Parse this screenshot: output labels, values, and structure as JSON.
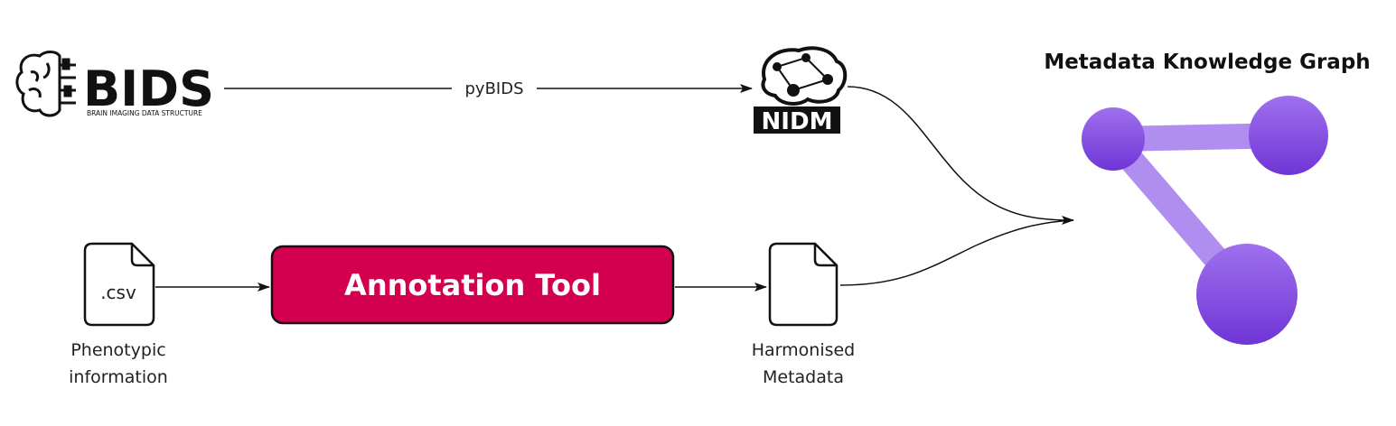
{
  "bids_logo": {
    "wordmark": "BIDS",
    "tagline": "BRAIN IMAGING DATA STRUCTURE",
    "icon": "brain-icon"
  },
  "nidm_logo": {
    "wordmark": "NIDM",
    "icon": "brain-network-icon"
  },
  "edges": {
    "bids_to_nidm_label": "pyBIDS"
  },
  "csv_file": {
    "extension": ".csv",
    "caption_line1": "Phenotypic",
    "caption_line2": "information",
    "icon": "file-icon"
  },
  "annotation_tool": {
    "label": "Annotation Tool",
    "color": "#d2004f"
  },
  "harmonised_file": {
    "caption_line1": "Harmonised",
    "caption_line2": "Metadata",
    "icon": "file-icon"
  },
  "knowledge_graph": {
    "title": "Metadata Knowledge Graph",
    "node_color": "#8a4de6",
    "edge_color": "#b08ef0",
    "icon": "graph-icon"
  }
}
